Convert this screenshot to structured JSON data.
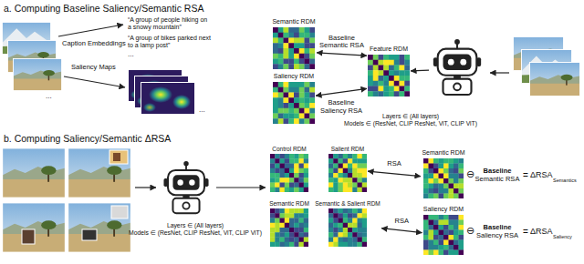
{
  "diagram": {
    "nodes": [
      {
        "text": [
          "Semantic RDM"
        ]
      },
      {
        "text": [
          "Saliency RDM"
        ]
      },
      {
        "text": [
          "Feature RDM"
        ]
      },
      {
        "text": [
          "Layers ∈ (All layers)",
          "Models ∈ (ResNet, CLIP ResNet, ViT, CLIP ViT)"
        ]
      },
      {
        "text": [
          "Layers ∈ (All layers)",
          "Models ∈ (ResNet, CLIP ResNet, ViT, CLIP ViT)"
        ]
      },
      {
        "text": [
          "Control RDM"
        ]
      },
      {
        "text": [
          "Salient RDM"
        ]
      },
      {
        "text": [
          "Semantic RDM"
        ]
      },
      {
        "text": [
          "Semantic & Salient RDM"
        ]
      },
      {
        "text": [
          "Semantic RDM"
        ]
      },
      {
        "text": [
          "Saliency RDM"
        ]
      }
    ],
    "edges": [
      {
        "from": 0,
        "to": 2,
        "label": "Baseline Semantic RSA",
        "arrow": "both"
      },
      {
        "from": 1,
        "to": 2,
        "label": "Baseline Saliency RSA",
        "arrow": "both"
      },
      {
        "from": 3,
        "to": 2,
        "arrow": "to"
      },
      {
        "from": 6,
        "to": 9,
        "label": "RSA",
        "arrow": "both"
      },
      {
        "from": 8,
        "to": 10,
        "label": "RSA",
        "arrow": "both"
      }
    ],
    "labels": [
      "a. Computing Baseline Saliency/Semantic RSA",
      "Caption Embeddings",
      "Saliency Maps",
      "“A group of people hiking on a snowy mountain”",
      "“A group of bikes parked next to a lamp post”",
      "...",
      "...",
      "...",
      "b. Computing Saliency/Semantic ΔRSA",
      "⊖",
      "Baseline",
      "Semantic RSA",
      "=",
      "ΔRSA",
      "Semantics",
      "⊖",
      "Baseline",
      "Saliency RSA",
      "=",
      "ΔRSA",
      "Saliency"
    ]
  }
}
